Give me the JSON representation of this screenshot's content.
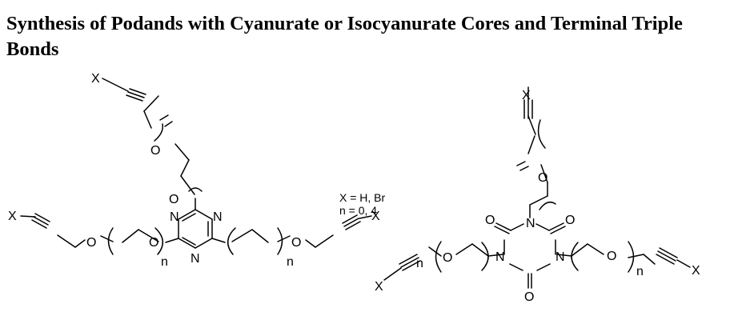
{
  "title": "Synthesis of Podands with Cyanurate or Isocyanurate Cores and Terminal Triple Bonds",
  "atoms": {
    "substituent": "X",
    "oxygen": "O",
    "nitrogen": "N",
    "repeat": "n"
  },
  "legend": {
    "line1": "X = H, Br",
    "line2": "n = 0, 4"
  }
}
